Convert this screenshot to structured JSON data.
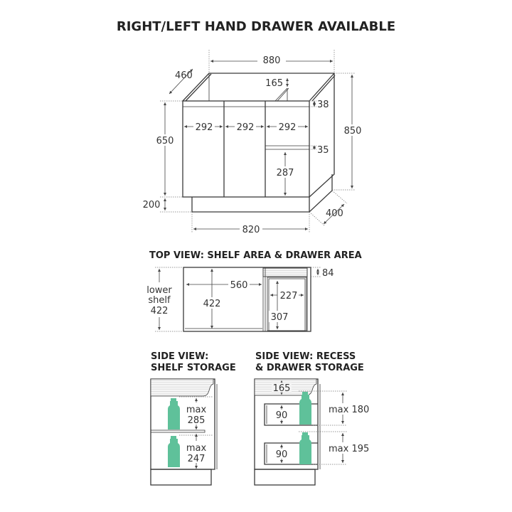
{
  "title": "RIGHT/LEFT HAND DRAWER AVAILABLE",
  "front_view": {
    "width_top": "880",
    "depth_top": "460",
    "height_total": "850",
    "door_height": "650",
    "plinth_height": "200",
    "plinth_width": "820",
    "plinth_depth": "400",
    "recess": "165",
    "rail_top": "38",
    "rail_mid": "35",
    "door_widths": [
      "292",
      "292",
      "292"
    ],
    "drawer_height": "287"
  },
  "top_view": {
    "heading": "TOP VIEW: SHELF AREA & DRAWER AREA",
    "lower_shelf_label": [
      "lower",
      "shelf",
      "422"
    ],
    "shelf_width": "560",
    "shelf_depth": "422",
    "strip": "84",
    "drawer_width": "227",
    "drawer_depth": "307"
  },
  "side_shelf": {
    "heading": [
      "SIDE VIEW:",
      "SHELF STORAGE"
    ],
    "upper": [
      "max",
      "285"
    ],
    "lower": [
      "max",
      "247"
    ]
  },
  "side_drawer": {
    "heading": [
      "SIDE VIEW: RECESS",
      "& DRAWER STORAGE"
    ],
    "recess": "165",
    "drawer1": "90",
    "drawer2": "90",
    "max1": "max 180",
    "max2": "max 195"
  },
  "colors": {
    "bottle": "#5fc19a",
    "line": "#3a3a3a"
  }
}
